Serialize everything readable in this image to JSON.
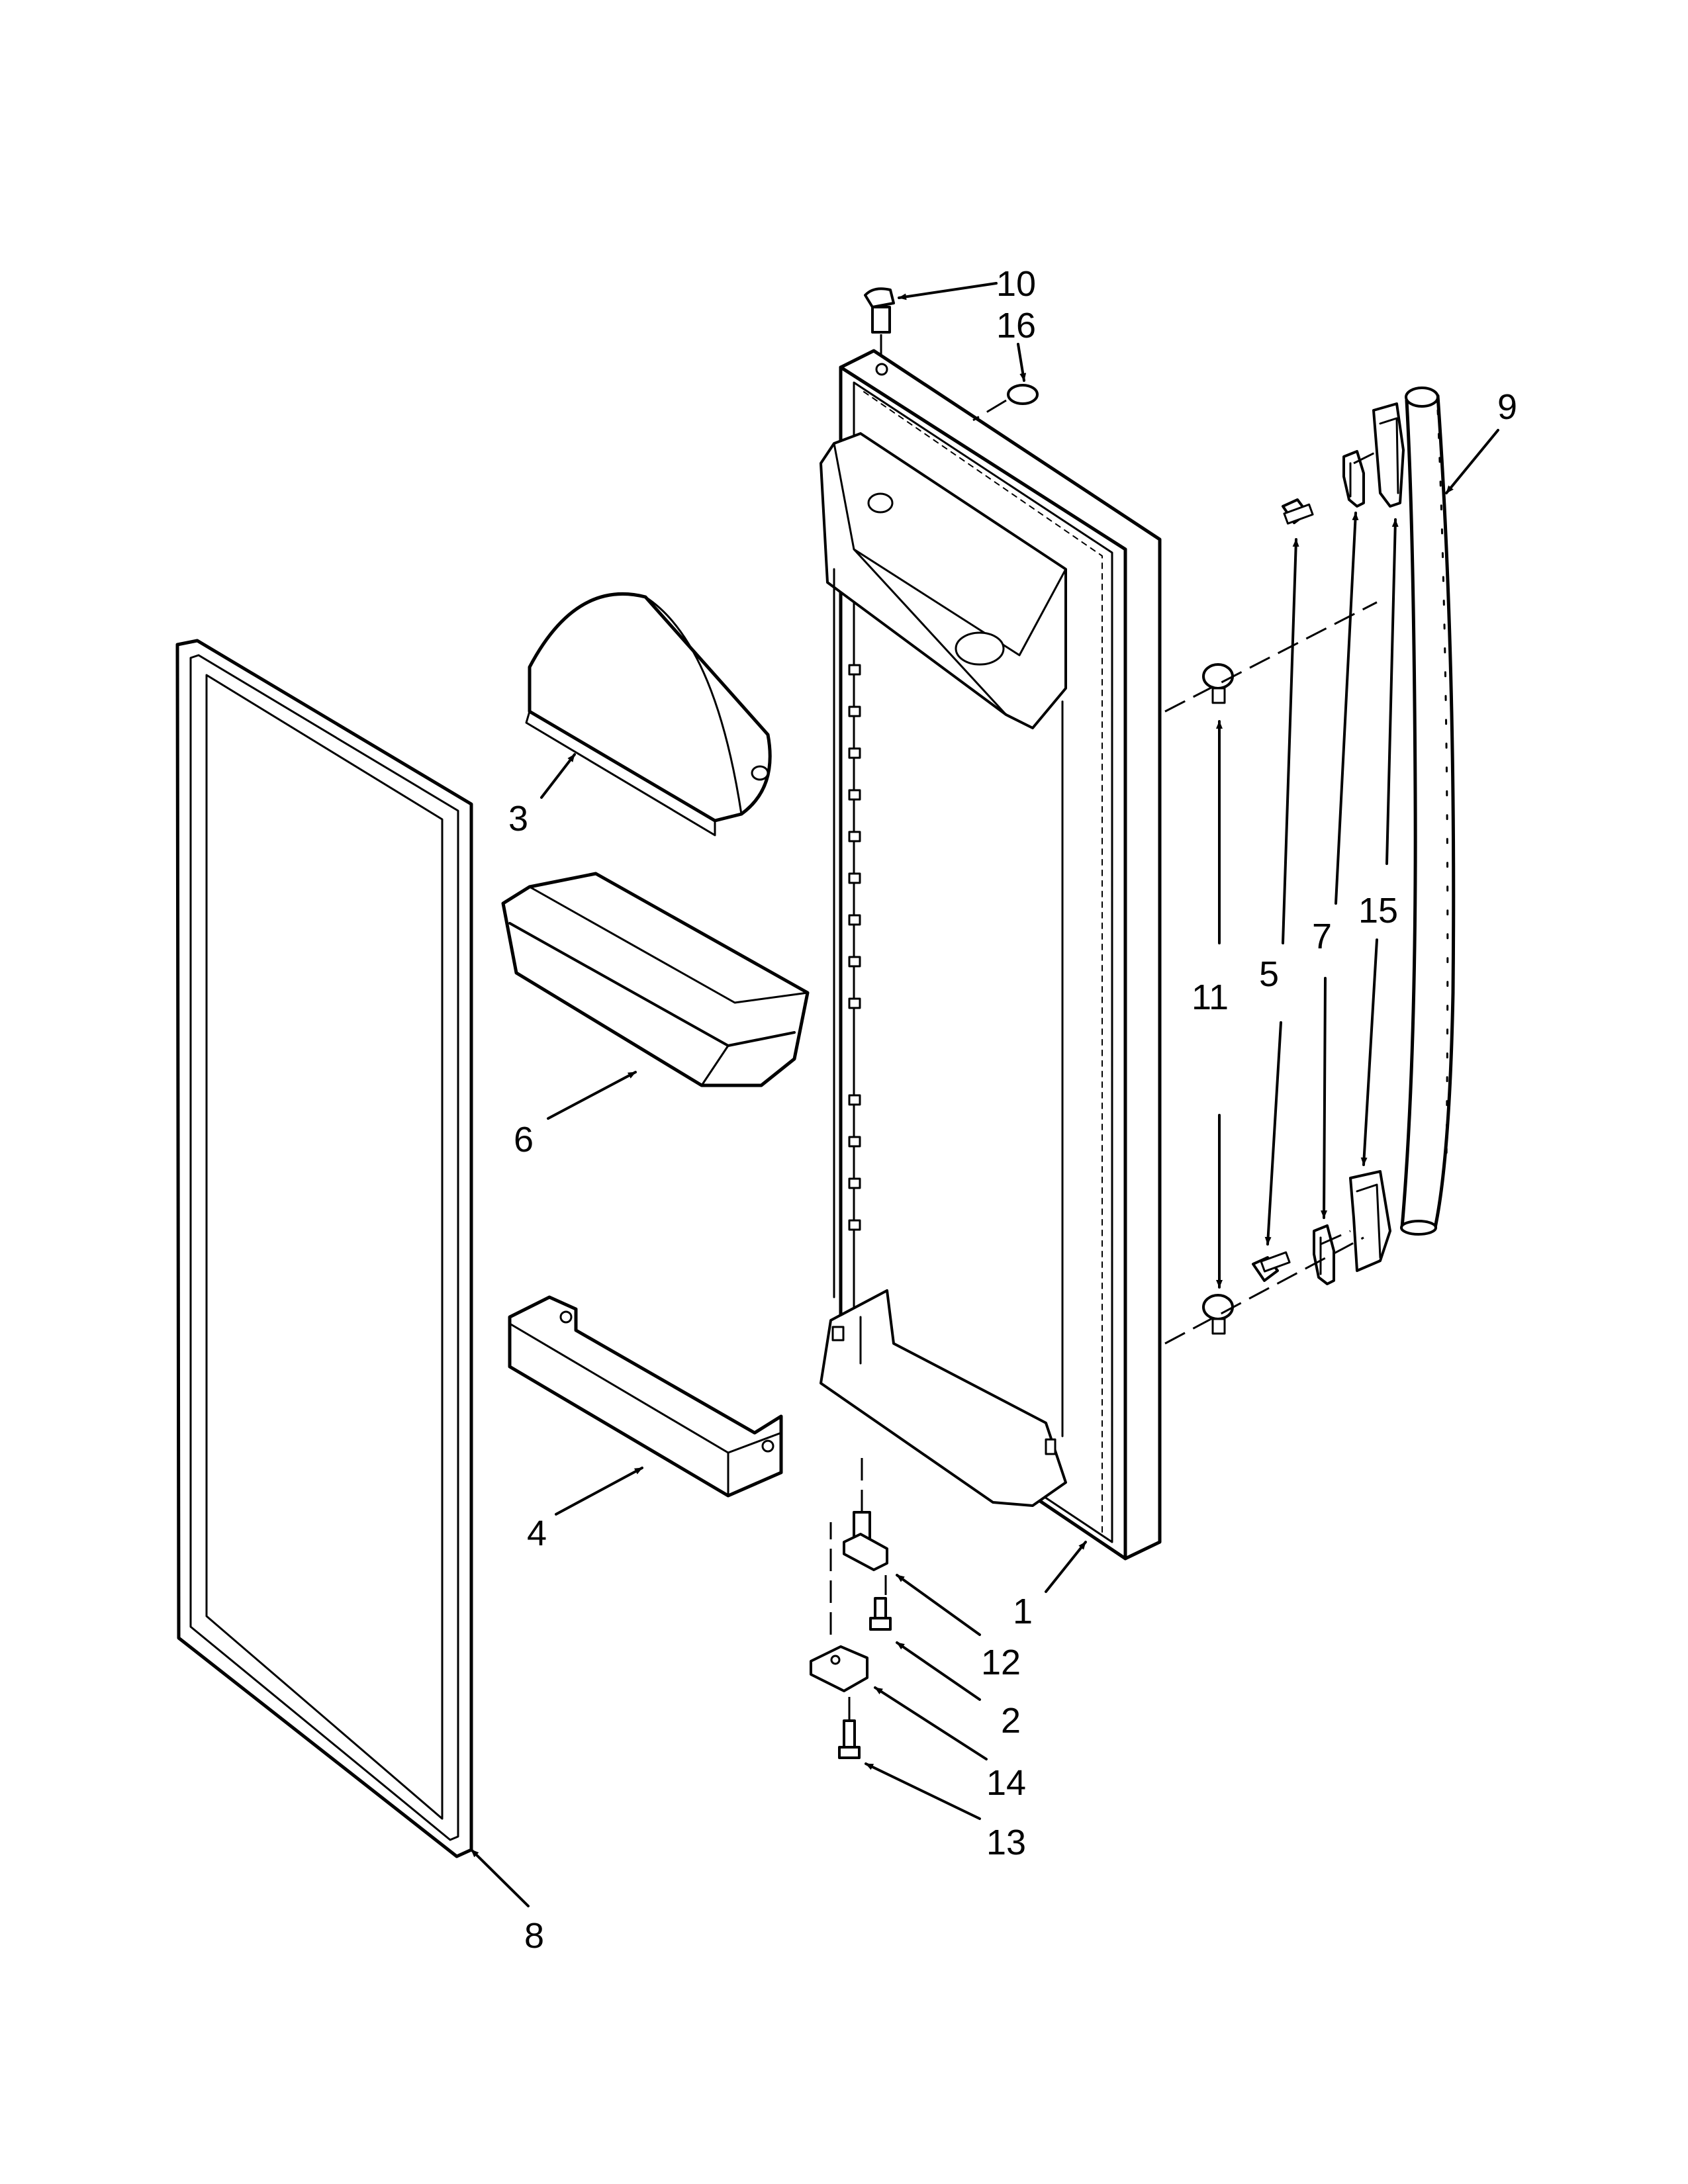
{
  "diagram": {
    "callouts": [
      {
        "id": "c10",
        "text": "10"
      },
      {
        "id": "c16",
        "text": "16"
      },
      {
        "id": "c9",
        "text": "9"
      },
      {
        "id": "c3",
        "text": "3"
      },
      {
        "id": "c11",
        "text": "11"
      },
      {
        "id": "c5",
        "text": "5"
      },
      {
        "id": "c7",
        "text": "7"
      },
      {
        "id": "c15",
        "text": "15"
      },
      {
        "id": "c6",
        "text": "6"
      },
      {
        "id": "c4",
        "text": "4"
      },
      {
        "id": "c1",
        "text": "1"
      },
      {
        "id": "c12",
        "text": "12"
      },
      {
        "id": "c2",
        "text": "2"
      },
      {
        "id": "c14",
        "text": "14"
      },
      {
        "id": "c13",
        "text": "13"
      },
      {
        "id": "c8",
        "text": "8"
      }
    ]
  }
}
